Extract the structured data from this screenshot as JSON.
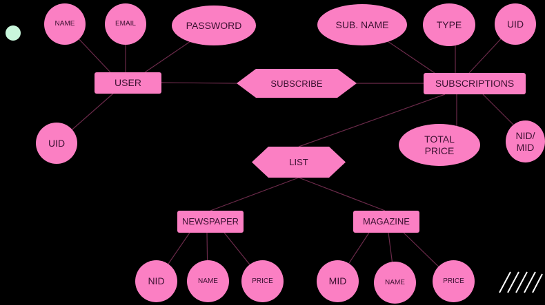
{
  "entities": {
    "user": "USER",
    "subscriptions": "SUBSCRIPTIONS",
    "newspaper": "NEWSPAPER",
    "magazine": "MAGAZINE"
  },
  "relationships": {
    "subscribe": "SUBSCRIBE",
    "list": "LIST"
  },
  "attributes": {
    "user": {
      "name": "NAME",
      "email": "EMAIL",
      "password": "PASSWORD",
      "uid": "UID"
    },
    "subscriptions": {
      "sub_name": "SUB. NAME",
      "type": "TYPE",
      "uid": "UID",
      "total_price": "TOTAL\nPRICE",
      "nid_mid": "NID/\nMID"
    },
    "newspaper": {
      "nid": "NID",
      "name": "NAME",
      "price": "PRICE"
    },
    "magazine": {
      "mid": "MID",
      "name": "NAME",
      "price": "PRICE"
    }
  },
  "colors": {
    "background": "#000000",
    "shape_fill": "#fb7fc3",
    "text": "#3b1030",
    "connector": "#6b2a4a",
    "accent_dot": "#c9f7dc",
    "hatch": "#ffffff"
  }
}
